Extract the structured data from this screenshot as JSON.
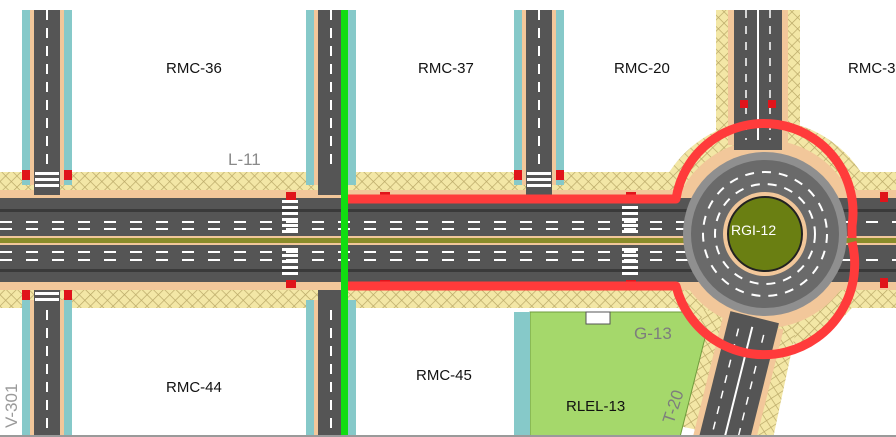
{
  "map": {
    "parcels": {
      "rmc36": "RMC-36",
      "rmc37": "RMC-37",
      "rmc20": "RMC-20",
      "rmc3": "RMC-3",
      "rmc44": "RMC-44",
      "rmc45": "RMC-45",
      "rlel13": "RLEL-13",
      "rgi12": "RGI-12"
    },
    "streets": {
      "l11": "L-11",
      "g13": "G-13",
      "t20": "T-20",
      "v301": "V-301"
    },
    "colors": {
      "asphalt": "#555555",
      "sidewalk_hatch": "#f3e7a6",
      "hatch_line": "#b9a867",
      "curb_cyan": "#86c9c9",
      "buffer_peach": "#f2c79a",
      "median_olive": "#8a8c2a",
      "highlight_red": "#ff3b3b",
      "highlight_green": "#11dd11",
      "park_green": "#a5d86b",
      "roundabout_island": "#6a7f12",
      "crossing_red": "#e0141b"
    }
  }
}
